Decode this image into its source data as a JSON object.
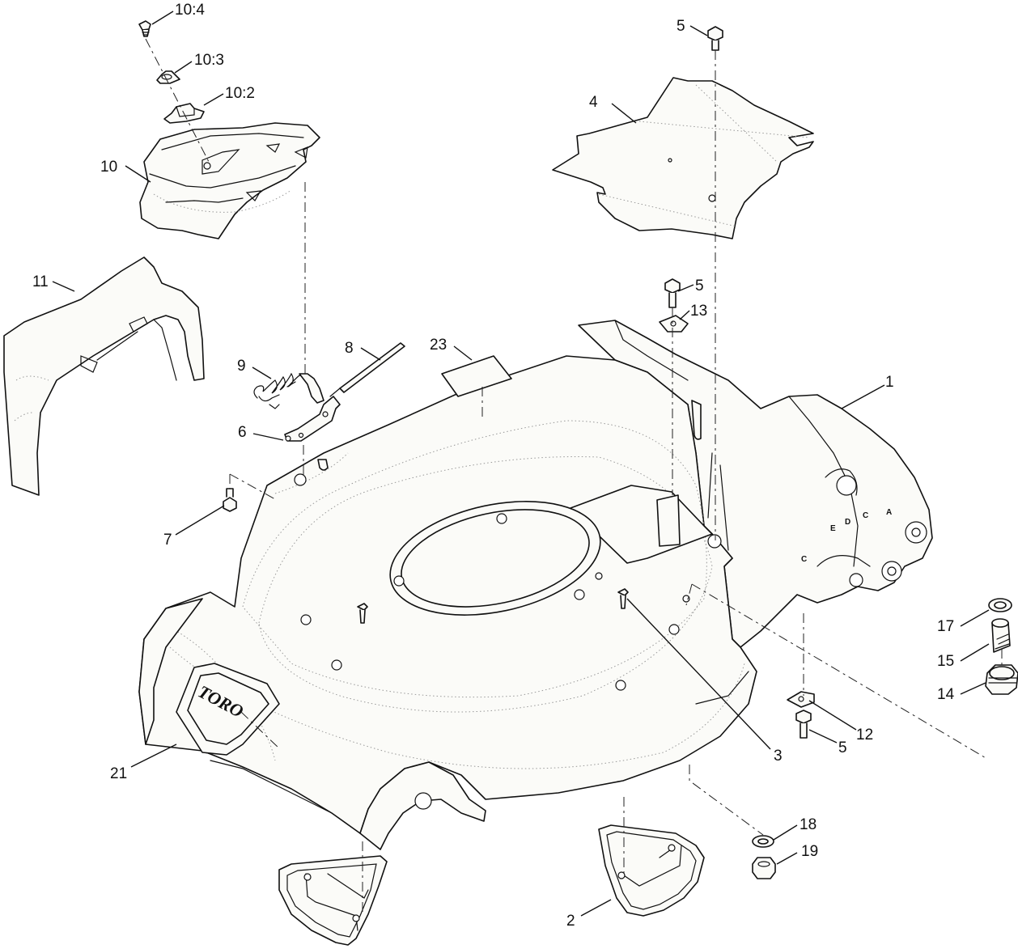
{
  "diagram": {
    "brand_logo": "TORO",
    "height_letters": [
      "A",
      "C",
      "D",
      "E",
      "C"
    ],
    "callouts": [
      {
        "id": "c-10-4",
        "label": "10:4"
      },
      {
        "id": "c-10-3",
        "label": "10:3"
      },
      {
        "id": "c-10-2",
        "label": "10:2"
      },
      {
        "id": "c-10",
        "label": "10"
      },
      {
        "id": "c-11",
        "label": "11"
      },
      {
        "id": "c-9",
        "label": "9"
      },
      {
        "id": "c-8",
        "label": "8"
      },
      {
        "id": "c-6",
        "label": "6"
      },
      {
        "id": "c-7",
        "label": "7"
      },
      {
        "id": "c-23",
        "label": "23"
      },
      {
        "id": "c-5a",
        "label": "5"
      },
      {
        "id": "c-4",
        "label": "4"
      },
      {
        "id": "c-5b",
        "label": "5"
      },
      {
        "id": "c-13",
        "label": "13"
      },
      {
        "id": "c-1",
        "label": "1"
      },
      {
        "id": "c-17",
        "label": "17"
      },
      {
        "id": "c-15",
        "label": "15"
      },
      {
        "id": "c-14",
        "label": "14"
      },
      {
        "id": "c-12",
        "label": "12"
      },
      {
        "id": "c-5c",
        "label": "5"
      },
      {
        "id": "c-3",
        "label": "3"
      },
      {
        "id": "c-21",
        "label": "21"
      },
      {
        "id": "c-18",
        "label": "18"
      },
      {
        "id": "c-19",
        "label": "19"
      },
      {
        "id": "c-2",
        "label": "2"
      }
    ]
  }
}
